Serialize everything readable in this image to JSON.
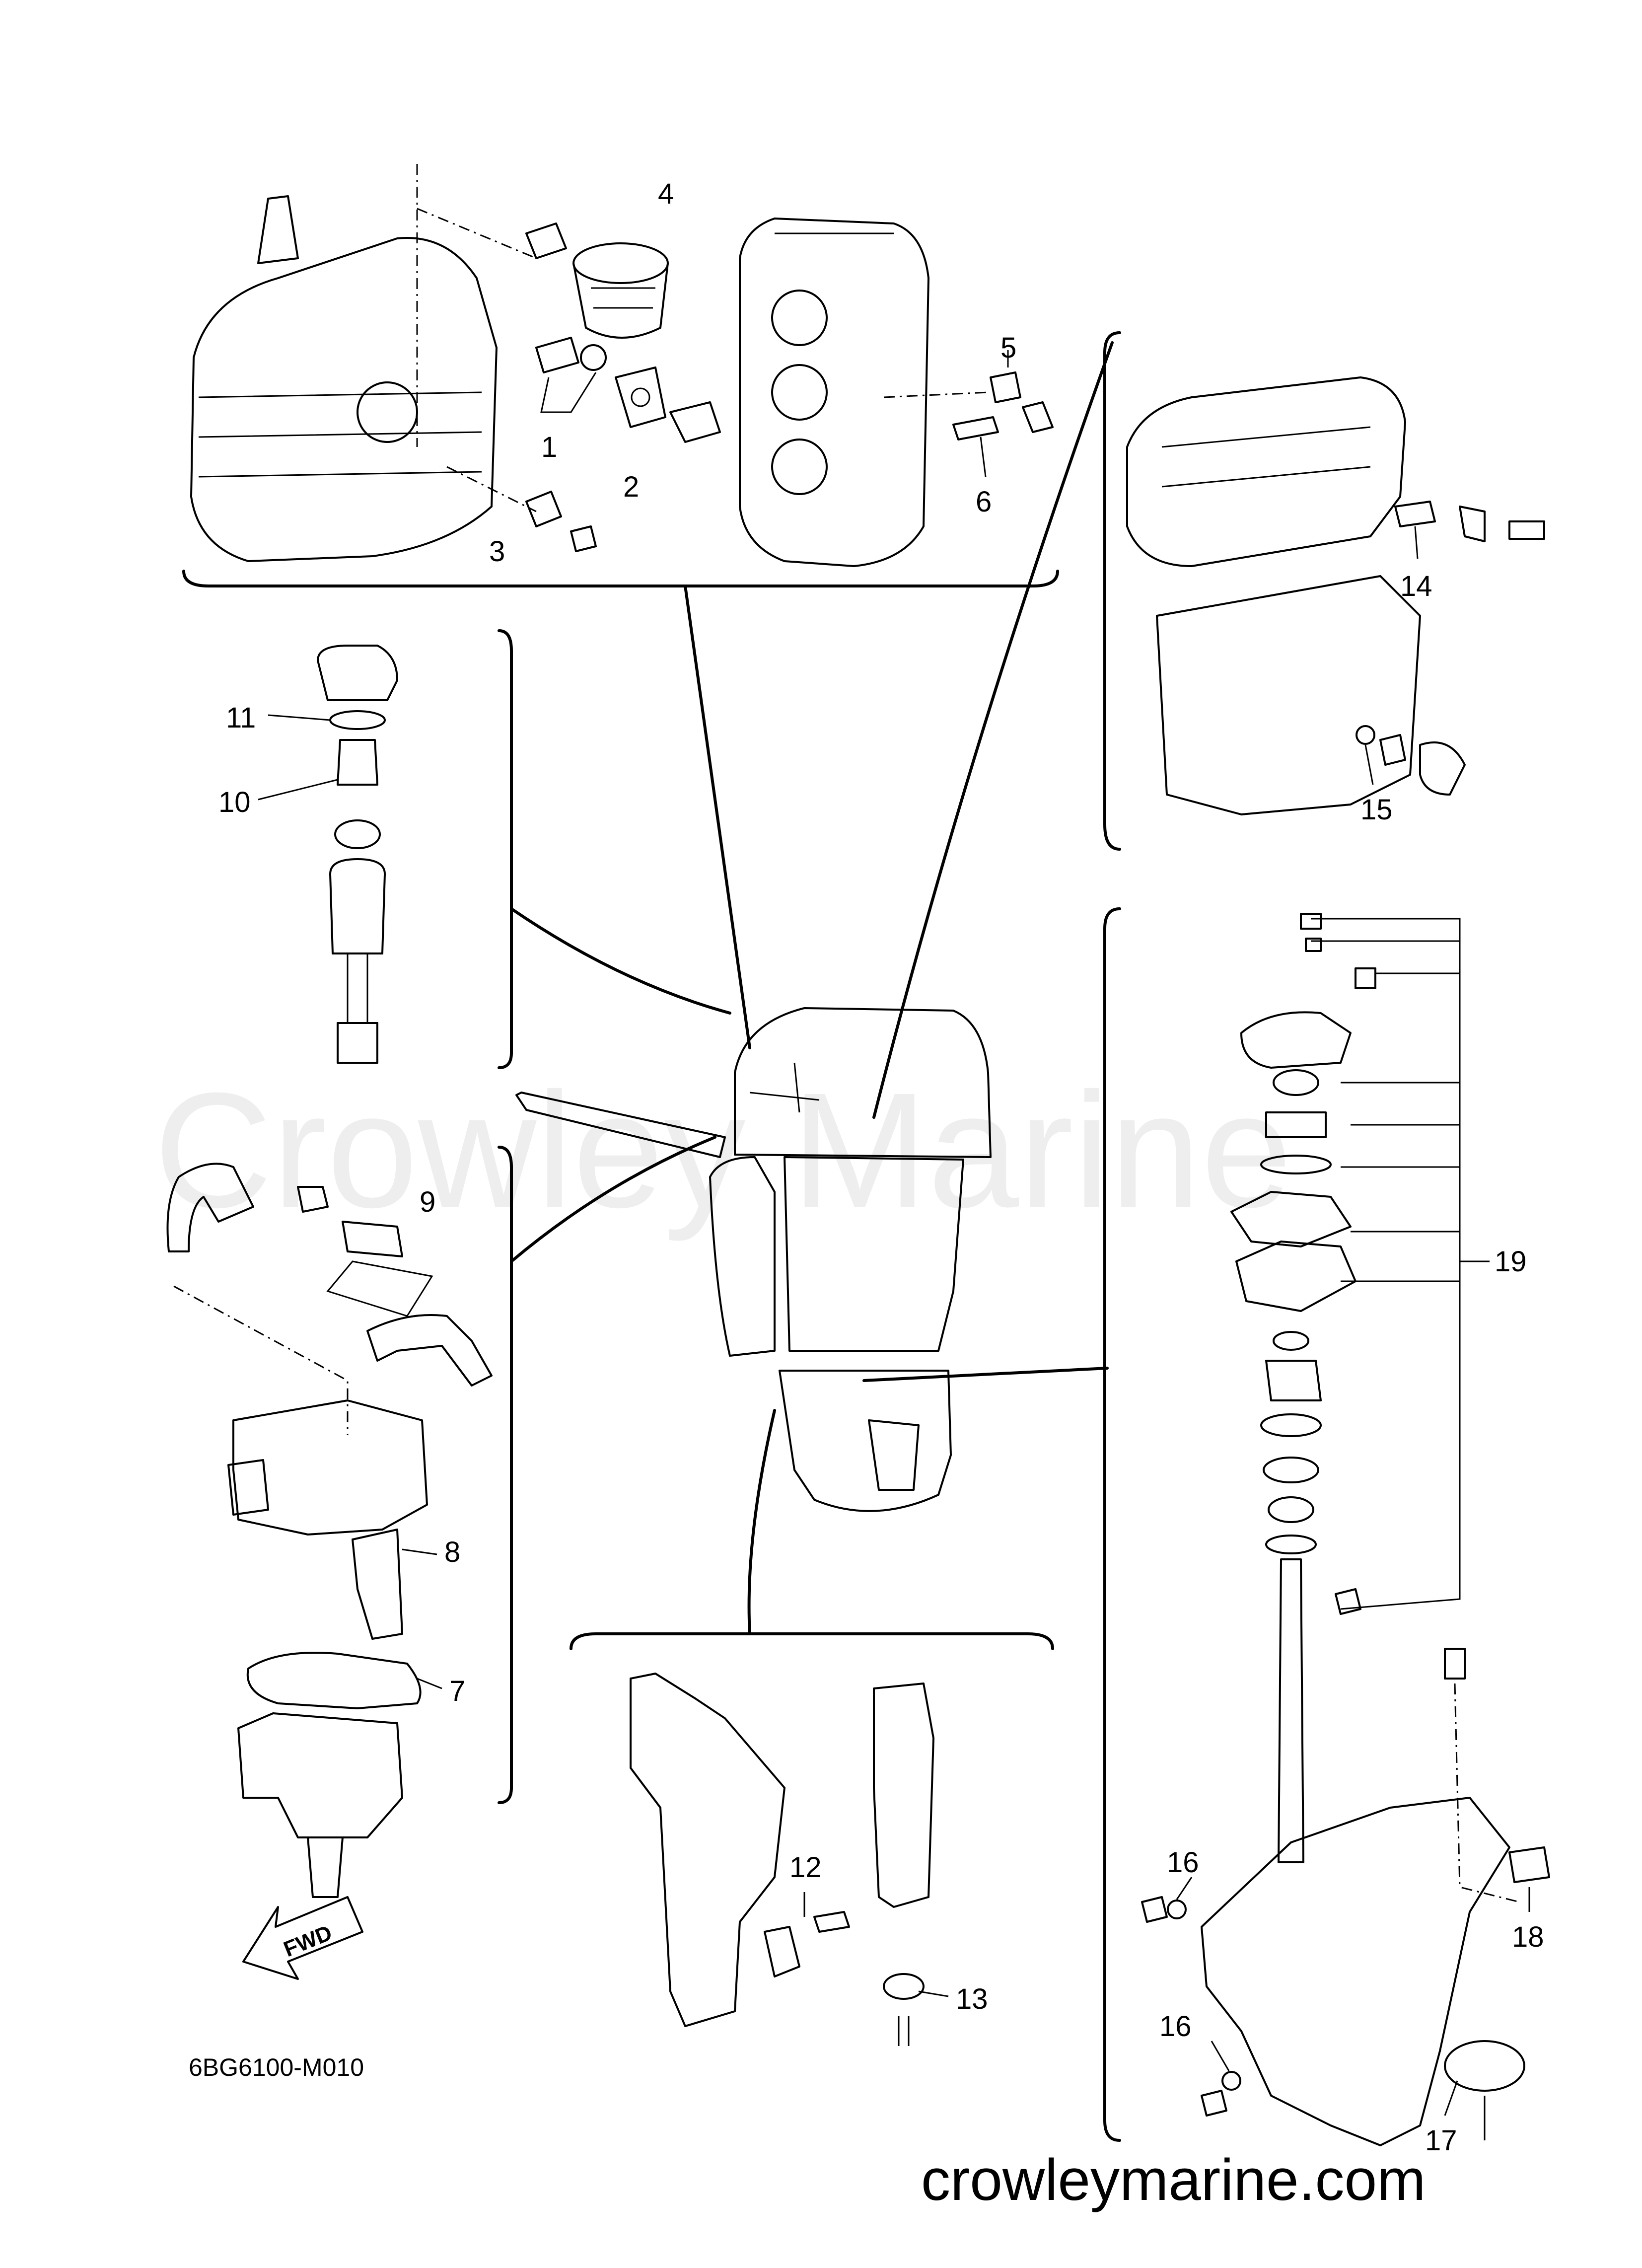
{
  "watermark": "Crowley Marine",
  "figure_code": "6BG6100-M010",
  "website": "crowleymarine.com",
  "fwd_label": "FWD",
  "callouts": {
    "c1": "1",
    "c2": "2",
    "c3": "3",
    "c4": "4",
    "c5": "5",
    "c6": "6",
    "c7": "7",
    "c8": "8",
    "c9": "9",
    "c10": "10",
    "c11": "11",
    "c12": "12",
    "c13": "13",
    "c14": "14",
    "c15": "15",
    "c16a": "16",
    "c16b": "16",
    "c17": "17",
    "c18": "18",
    "c19": "19"
  }
}
